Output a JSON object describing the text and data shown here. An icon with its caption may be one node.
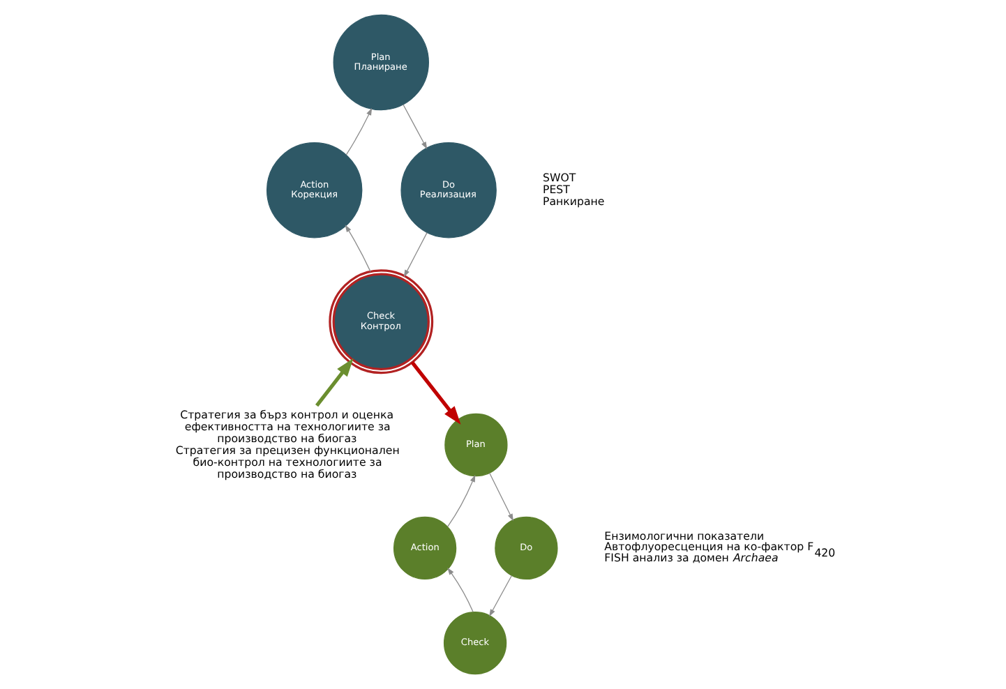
{
  "diagram": {
    "nodes": [
      {
        "text": [
          "Plan",
          "Планиране"
        ]
      },
      {
        "text": [
          "Do",
          "Реализация"
        ],
        "beside": [
          "SWOT",
          "PEST",
          "Ранкиране"
        ]
      },
      {
        "text": [
          "Check",
          "Контрол"
        ]
      },
      {
        "text": [
          "Action",
          "Корекция"
        ]
      },
      {
        "text": [
          "Plan"
        ]
      },
      {
        "text": [
          "Do"
        ],
        "beside": [
          "Ензимологични показатели",
          "Автофлуоресценция на ко-фактор F$_{420}$",
          "FISH анализ за домен *Archaea*"
        ]
      },
      {
        "text": [
          "Check"
        ]
      },
      {
        "text": [
          "Action"
        ]
      },
      {
        "text": [
          "Стратегия за бърз контрол и оценка ефективността на технологиите за производство на биогаз",
          "Стратегия за прецизен функционален био-контрол на технологиите за производство на биогаз"
        ]
      }
    ],
    "edges": [
      {
        "from": 0,
        "to": 1,
        "arrow": "to"
      },
      {
        "from": 1,
        "to": 2,
        "arrow": "to"
      },
      {
        "from": 2,
        "to": 3,
        "arrow": "to"
      },
      {
        "from": 3,
        "to": 0,
        "arrow": "to"
      },
      {
        "from": 8,
        "to": 2,
        "arrow": "to",
        "style": "thick",
        "color": "#6b8e2f"
      },
      {
        "from": 2,
        "to": 4,
        "arrow": "to",
        "style": "thick",
        "color": "#c00000"
      },
      {
        "from": 4,
        "to": 5,
        "arrow": "to"
      },
      {
        "from": 5,
        "to": 6,
        "arrow": "to"
      },
      {
        "from": 6,
        "to": 7,
        "arrow": "to"
      },
      {
        "from": 7,
        "to": 4,
        "arrow": "to"
      }
    ]
  }
}
